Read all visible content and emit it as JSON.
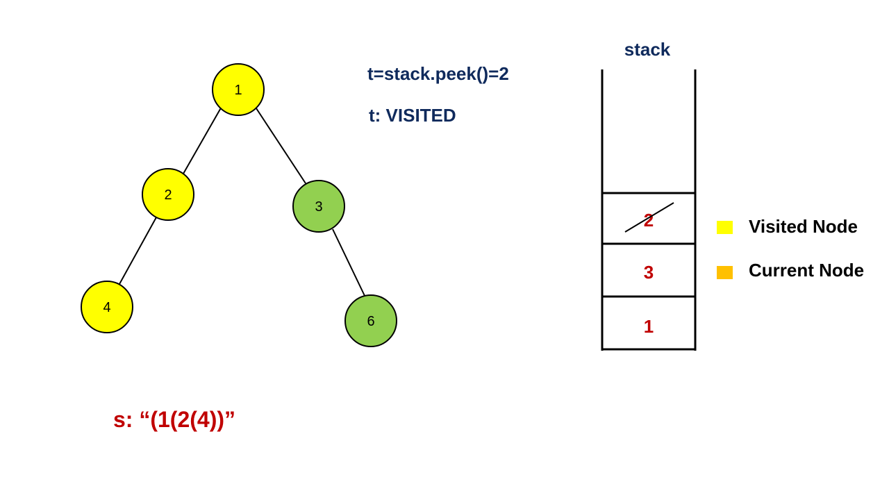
{
  "colors": {
    "visited": "#ffff00",
    "current": "#ffc000",
    "pending": "#92d050",
    "code_text": "#0f2a5c",
    "stack_value": "#c00000",
    "result_text": "#c00000"
  },
  "tree": {
    "nodes": [
      {
        "id": "1",
        "label": "1",
        "state": "visited"
      },
      {
        "id": "2",
        "label": "2",
        "state": "visited"
      },
      {
        "id": "3",
        "label": "3",
        "state": "pending"
      },
      {
        "id": "4",
        "label": "4",
        "state": "visited"
      },
      {
        "id": "6",
        "label": "6",
        "state": "pending"
      }
    ],
    "edges": [
      {
        "from": "1",
        "to": "2"
      },
      {
        "from": "1",
        "to": "3"
      },
      {
        "from": "2",
        "to": "4"
      },
      {
        "from": "3",
        "to": "6"
      }
    ]
  },
  "code": {
    "line1": "t=stack.peek()=2",
    "line2": "t: VISITED"
  },
  "stack": {
    "label": "stack",
    "items": [
      {
        "value": "2",
        "crossed": true
      },
      {
        "value": "3",
        "crossed": false
      },
      {
        "value": "1",
        "crossed": false
      }
    ]
  },
  "legend": {
    "visited_label": "Visited Node",
    "current_label": "Current Node"
  },
  "result": {
    "text": "s: “(1(2(4))”"
  }
}
